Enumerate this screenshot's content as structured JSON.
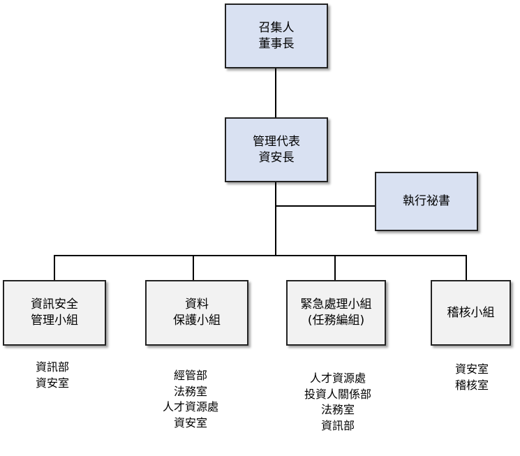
{
  "chart": {
    "convener": {
      "line1": "召集人",
      "line2": "董事長"
    },
    "representative": {
      "line1": "管理代表",
      "line2": "資安長"
    },
    "secretary": {
      "label": "執行祕書"
    },
    "groups": [
      {
        "line1": "資訊安全",
        "line2": "管理小組",
        "departments": [
          "資訊部",
          "資安室"
        ]
      },
      {
        "line1": "資料",
        "line2": "保護小組",
        "departments": [
          "經管部",
          "法務室",
          "人才資源處",
          "資安室"
        ]
      },
      {
        "line1": "緊急處理小組",
        "line2": "(任務編組)",
        "departments": [
          "人才資源處",
          "投資人關係部",
          "法務室",
          "資訊部"
        ]
      },
      {
        "line1": "稽核小組",
        "departments": [
          "資安室",
          "稽核室"
        ]
      }
    ]
  },
  "colors": {
    "top_fill": "#d9e1f2",
    "group_fill": "#f2f2f2",
    "line": "#000000"
  }
}
